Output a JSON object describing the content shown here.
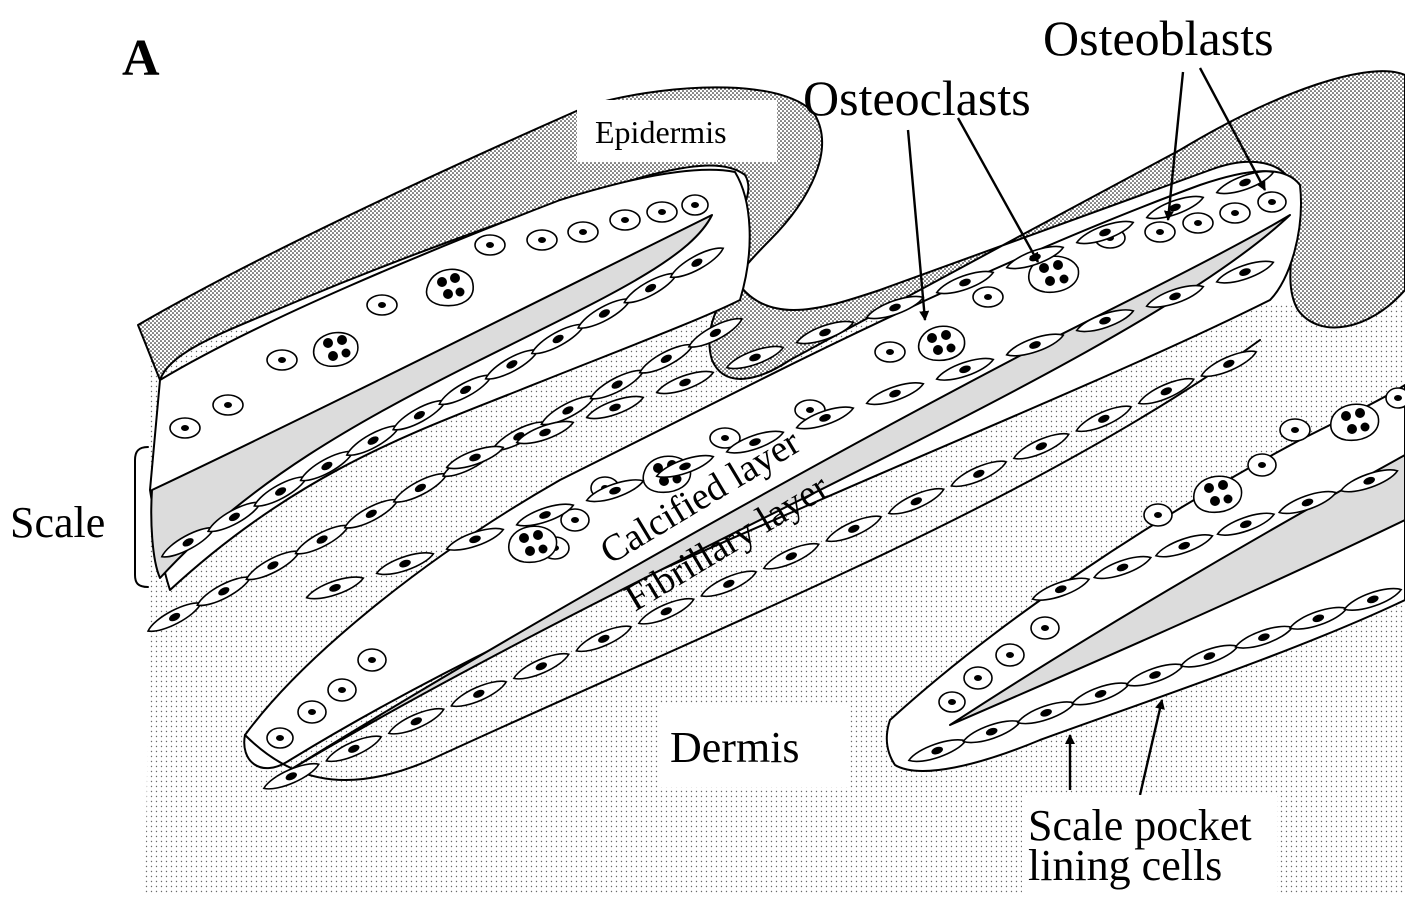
{
  "figure": {
    "panel_label": "A",
    "labels": {
      "epidermis": "Epidermis",
      "osteoclasts": "Osteoclasts",
      "osteoblasts": "Osteoblasts",
      "scale": "Scale",
      "calcified_layer": "Calcified layer",
      "fibrillary_layer": "Fibrillary layer",
      "dermis": "Dermis",
      "scale_pocket_line1": "Scale pocket",
      "scale_pocket_line2": "lining cells"
    },
    "colors": {
      "ink": "#000000",
      "fibrillary_fill": "#dcdcdc",
      "epidermis_dots": "#000000",
      "dermis_dots": "#6b6b6b",
      "background": "#ffffff"
    }
  }
}
